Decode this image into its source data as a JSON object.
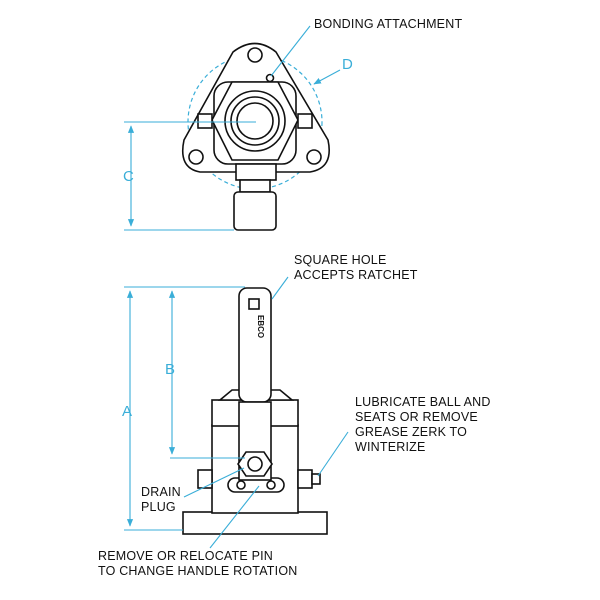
{
  "callouts": {
    "bonding": "BONDING ATTACHMENT",
    "square_hole": "SQUARE HOLE\nACCEPTS RATCHET",
    "lubricate": "LUBRICATE BALL AND\nSEATS OR REMOVE\nGREASE ZERK TO\nWINTERIZE",
    "drain": "DRAIN\nPLUG",
    "remove_pin": "REMOVE OR RELOCATE PIN\nTO CHANGE HANDLE ROTATION"
  },
  "dimensions": {
    "a": "A",
    "b": "B",
    "c": "C",
    "d": "D"
  },
  "handle_brand": "EBCO",
  "colors": {
    "dimension": "#3aaed8",
    "line": "#111111"
  }
}
